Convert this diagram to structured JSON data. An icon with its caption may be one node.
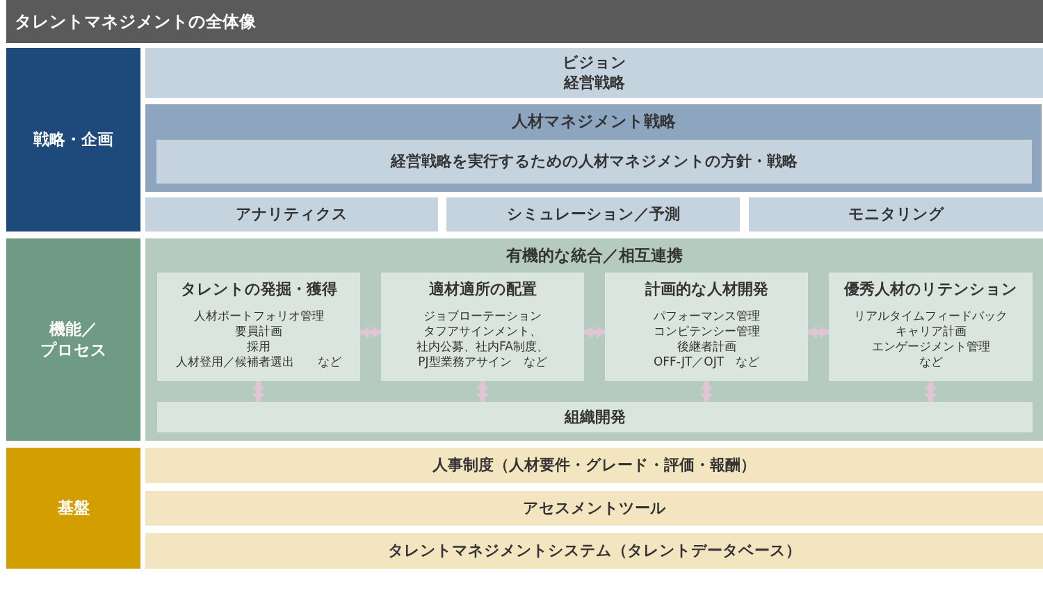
{
  "diagram": {
    "title": "タレントマネジメントの全体像",
    "nodes": [
      {
        "text": [
          "戦略・企画"
        ]
      },
      {
        "text": [
          "ビジョン",
          "経営戦略"
        ]
      },
      {
        "text": [
          "人材マネジメント戦略"
        ]
      },
      {
        "text": [
          "経営戦略を実行するための人材マネジメントの方針・戦略"
        ],
        "in": 2
      },
      {
        "text": [
          "アナリティクス"
        ]
      },
      {
        "text": [
          "シミュレーション／予測"
        ]
      },
      {
        "text": [
          "モニタリング"
        ]
      },
      {
        "text": [
          "機能／プロセス"
        ]
      },
      {
        "text": [
          "有機的な統合／相互連携"
        ]
      },
      {
        "text": [
          "タレントの発掘・獲得",
          "人材ポートフォリオ管理",
          "要員計画",
          "採用",
          "人材登用／候補者選出　　など"
        ],
        "in": 8
      },
      {
        "text": [
          "適材適所の配置",
          "ジョブローテーション",
          "タフアサインメント、",
          "社内公募、社内FA制度、",
          "PJ型業務アサイン　など"
        ],
        "in": 8
      },
      {
        "text": [
          "計画的な人材開発",
          "パフォーマンス管理",
          "コンピテンシー管理",
          "後継者計画",
          "OFF-JT／OJT　など"
        ],
        "in": 8
      },
      {
        "text": [
          "優秀人材のリテンション",
          "リアルタイムフィードバック",
          "キャリア計画",
          "エンゲージメント管理",
          "など"
        ],
        "in": 8
      },
      {
        "text": [
          "組織開発"
        ],
        "in": 8
      },
      {
        "text": [
          "基盤"
        ]
      },
      {
        "text": [
          "人事制度（人材要件・グレード・評価・報酬）"
        ]
      },
      {
        "text": [
          "アセスメントツール"
        ]
      },
      {
        "text": [
          "タレントマネジメントシステム（タレントデータベース）"
        ]
      }
    ],
    "edges": [
      {
        "from": 9,
        "to": 10,
        "arrow": "both"
      },
      {
        "from": 10,
        "to": 11,
        "arrow": "both"
      },
      {
        "from": 11,
        "to": 12,
        "arrow": "both"
      },
      {
        "from": 9,
        "to": 13,
        "arrow": "both"
      },
      {
        "from": 10,
        "to": 13,
        "arrow": "both"
      },
      {
        "from": 11,
        "to": 13,
        "arrow": "both"
      },
      {
        "from": 12,
        "to": 13,
        "arrow": "both"
      }
    ]
  }
}
